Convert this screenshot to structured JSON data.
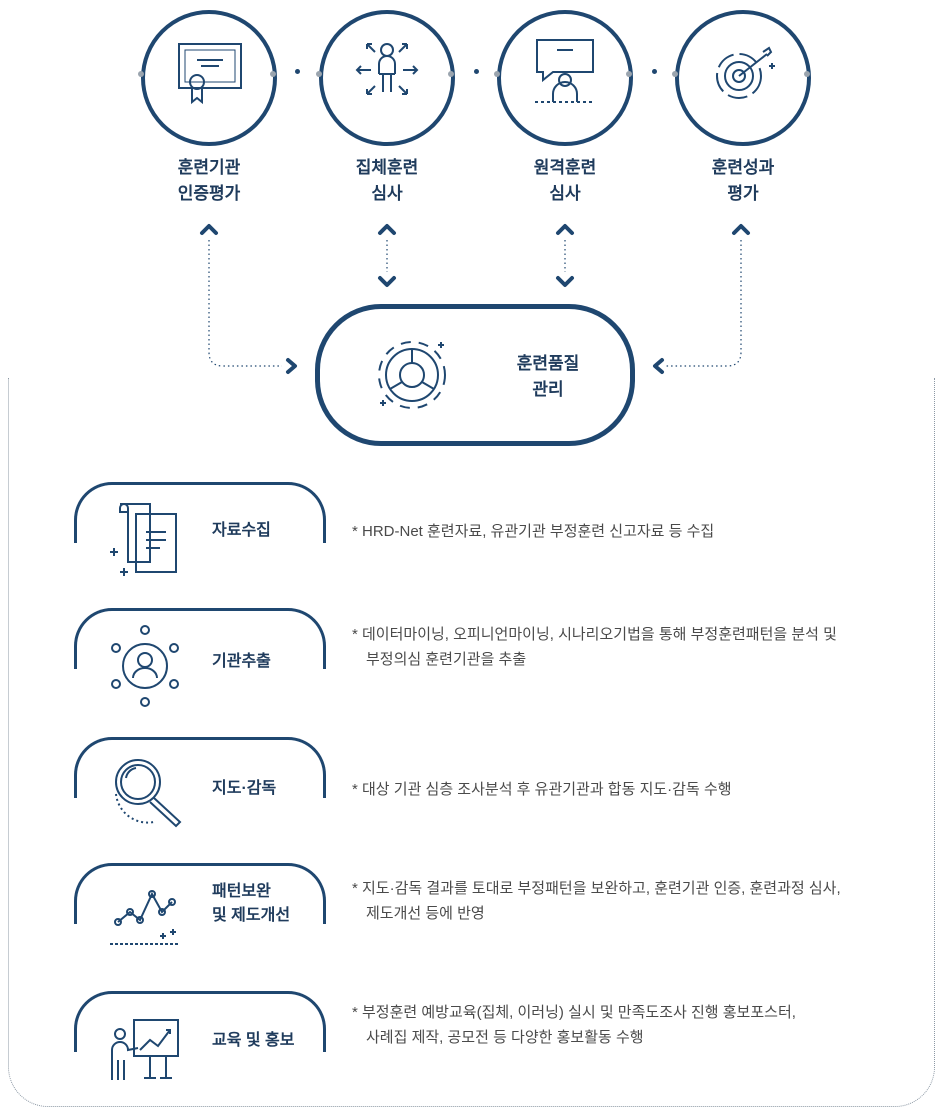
{
  "steps": [
    {
      "line1": "훈련기관",
      "line2": "인증평가",
      "icon": "certificate-icon"
    },
    {
      "line1": "집체훈련",
      "line2": "심사",
      "icon": "person-arrows-icon"
    },
    {
      "line1": "원격훈련",
      "line2": "심사",
      "icon": "online-screen-person-icon"
    },
    {
      "line1": "훈련성과",
      "line2": "평가",
      "icon": "target-arrow-icon"
    }
  ],
  "center": {
    "line1": "훈련품질",
    "line2": "관리",
    "icon": "cycle-chart-icon"
  },
  "rows": [
    {
      "title1": "자료수집",
      "title2": "",
      "icon": "documents-icon",
      "desc1": "* HRD-Net 훈련자료, 유관기관 부정훈련 신고자료 등 수집",
      "desc2": ""
    },
    {
      "title1": "기관추출",
      "title2": "",
      "icon": "network-person-icon",
      "desc1": "* 데이터마이닝, 오피니언마이닝, 시나리오기법을 통해 부정훈련패턴을 분석 및",
      "desc2": "부정의심 훈련기관을 추출"
    },
    {
      "title1": "지도·감독",
      "title2": "",
      "icon": "magnifier-icon",
      "desc1": "* 대상 기관 심층 조사분석 후 유관기관과 합동 지도·감독 수행",
      "desc2": ""
    },
    {
      "title1": "패턴보완",
      "title2": "및 제도개선",
      "icon": "trend-line-icon",
      "desc1": "* 지도·감독 결과를 토대로 부정패턴을 보완하고, 훈련기관 인증, 훈련과정 심사,",
      "desc2": "제도개선 등에 반영"
    },
    {
      "title1": "교육 및 홍보",
      "title2": "",
      "icon": "presentation-icon",
      "desc1": "* 부정훈련 예방교육(집체, 이러닝) 실시 및 만족도조사 진행 홍보포스터,",
      "desc2": "사례집 제작, 공모전 등 다양한 홍보활동 수행"
    }
  ]
}
